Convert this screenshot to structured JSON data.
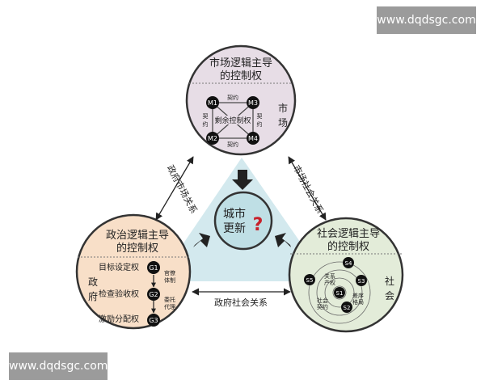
{
  "watermark": "www.dqdsgc.com",
  "center": {
    "line1": "城市",
    "line2": "更新",
    "mark": "?"
  },
  "market": {
    "title1": "市场逻辑主导",
    "title2": "的控制权",
    "side": [
      "市",
      "场"
    ],
    "nodes": [
      "M1",
      "M3",
      "M2",
      "M4"
    ],
    "top_contract": "契约",
    "bottom_contract": "契约",
    "left_contract": [
      "契",
      "约"
    ],
    "right_contract": [
      "契",
      "约"
    ],
    "center_label": "剩余控制权"
  },
  "government": {
    "title1": "政治逻辑主导",
    "title2": "的控制权",
    "side": [
      "政",
      "府"
    ],
    "rows": [
      "目标设定权",
      "检查验收权",
      "激励分配权"
    ],
    "nodes": [
      "G1",
      "G2",
      "G3"
    ],
    "note1": [
      "官僚",
      "体制"
    ],
    "note2": [
      "委托",
      "代理"
    ]
  },
  "society": {
    "title1": "社会逻辑主导",
    "title2": "的控制权",
    "side": [
      "社",
      "会"
    ],
    "nodes": [
      "S4",
      "S5",
      "S3",
      "S1",
      "S2"
    ],
    "label_property": [
      "关系",
      "产权"
    ],
    "label_pattern": [
      "差序",
      "格局"
    ],
    "label_contract": [
      "社会",
      "契约"
    ]
  },
  "relations": {
    "gov_market": "政府市场关系",
    "market_society": "市场社会关系",
    "gov_society": "政府社会关系"
  },
  "colors": {
    "market_fill": "#e7dde6",
    "government_fill": "#f8dfc8",
    "society_fill": "#e3ecd9",
    "center_fill": "#bfdfe5",
    "triangle_fill": "#d3e9ee",
    "question": "#c8202a"
  }
}
